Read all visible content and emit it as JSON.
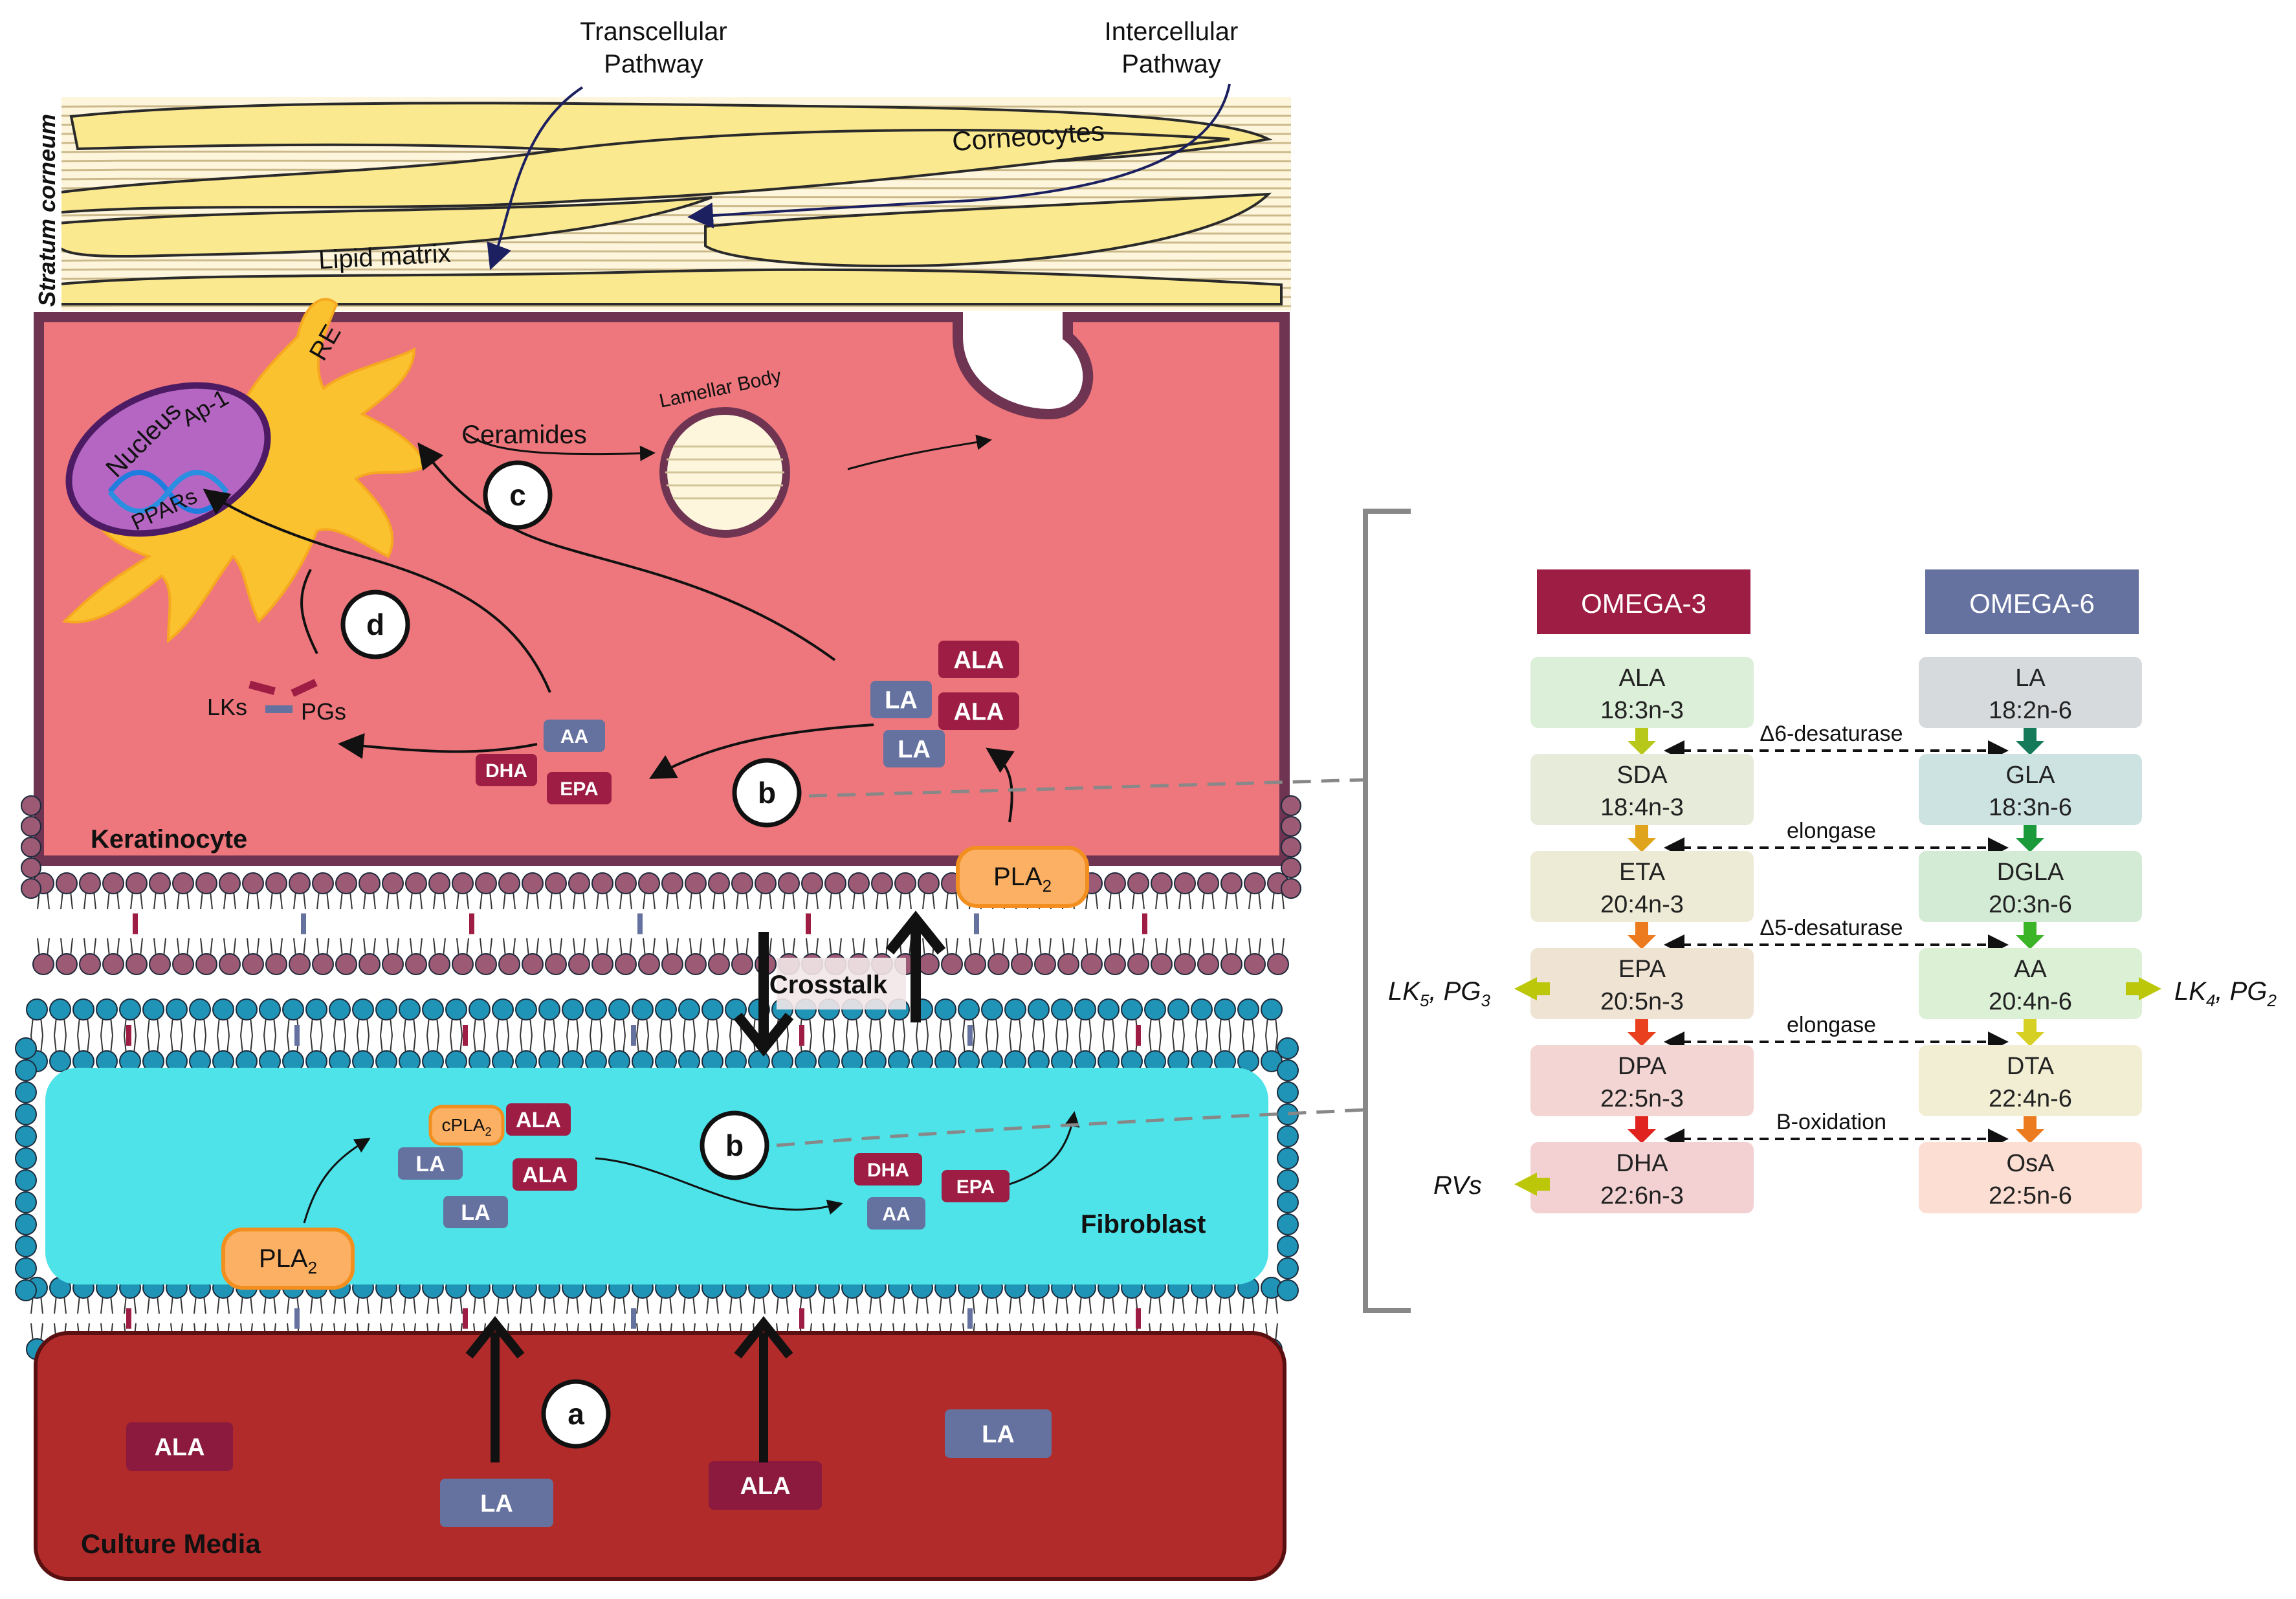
{
  "labels": {
    "transcellular": [
      "Transcellular",
      "Pathway"
    ],
    "intercellular": [
      "Intercellular",
      "Pathway"
    ],
    "stratum_corneum": "Stratum corneum",
    "corneocytes": "Corneocytes",
    "lipid_matrix": "Lipid matrix",
    "re": "RE",
    "nucleus": "Nucleus",
    "ap1": "Ap-1",
    "pparss": "PPARs",
    "lamellar_body": "Lamellar Body",
    "ceramides": "Ceramides",
    "keratinocyte": "Keratinocyte",
    "fibroblast": "Fibroblast",
    "culture_media": "Culture Media",
    "crosstalk": "Crosstalk",
    "lks": "LKs",
    "pgs": "PGs",
    "pla2_base": "PLA",
    "pla2_sub": "2",
    "cpla2_base": "cPLA",
    "cpla2_sub": "2"
  },
  "step_markers": [
    "a",
    "b",
    "b",
    "c",
    "d"
  ],
  "keratinocyte_tags": [
    "ALA",
    "LA",
    "ALA",
    "LA",
    "AA",
    "DHA",
    "EPA"
  ],
  "fibroblast_tags": [
    "ALA",
    "LA",
    "ALA",
    "LA",
    "DHA",
    "EPA",
    "AA"
  ],
  "media_tags": [
    "ALA",
    "LA",
    "LA",
    "ALA"
  ],
  "pathway": {
    "omega3_header": "OMEGA-3",
    "omega6_header": "OMEGA-6",
    "omega3": [
      {
        "name": "ALA",
        "formula": "18:3n-3"
      },
      {
        "name": "SDA",
        "formula": "18:4n-3"
      },
      {
        "name": "ETA",
        "formula": "20:4n-3"
      },
      {
        "name": "EPA",
        "formula": "20:5n-3"
      },
      {
        "name": "DPA",
        "formula": "22:5n-3"
      },
      {
        "name": "DHA",
        "formula": "22:6n-3"
      }
    ],
    "omega6": [
      {
        "name": "LA",
        "formula": "18:2n-6"
      },
      {
        "name": "GLA",
        "formula": "18:3n-6"
      },
      {
        "name": "DGLA",
        "formula": "20:3n-6"
      },
      {
        "name": "AA",
        "formula": "20:4n-6"
      },
      {
        "name": "DTA",
        "formula": "22:4n-6"
      },
      {
        "name": "OsA",
        "formula": "22:5n-6"
      }
    ],
    "enzymes": [
      "Δ6-desaturase",
      "elongase",
      "Δ5-desaturase",
      "elongase",
      "B-oxidation"
    ],
    "epa_products": {
      "lk": "LK",
      "lk_sub": "5",
      "pg": "PG",
      "pg_sub": "3"
    },
    "aa_products": {
      "lk": "LK",
      "lk_sub": "4",
      "pg": "PG",
      "pg_sub": "2"
    },
    "dha_products": "RVs"
  },
  "colors": {
    "omega3": "#9e1d45",
    "omega6": "#6572a0",
    "keratinocyte": "#ed777c",
    "fibroblast": "#4ee3e9",
    "culture_media": "#b22b2b",
    "corneocyte": "#fbe98f",
    "pla2": "#fbb063",
    "bead_red": "#9c5a75",
    "bead_blue": "#1f94b7"
  }
}
